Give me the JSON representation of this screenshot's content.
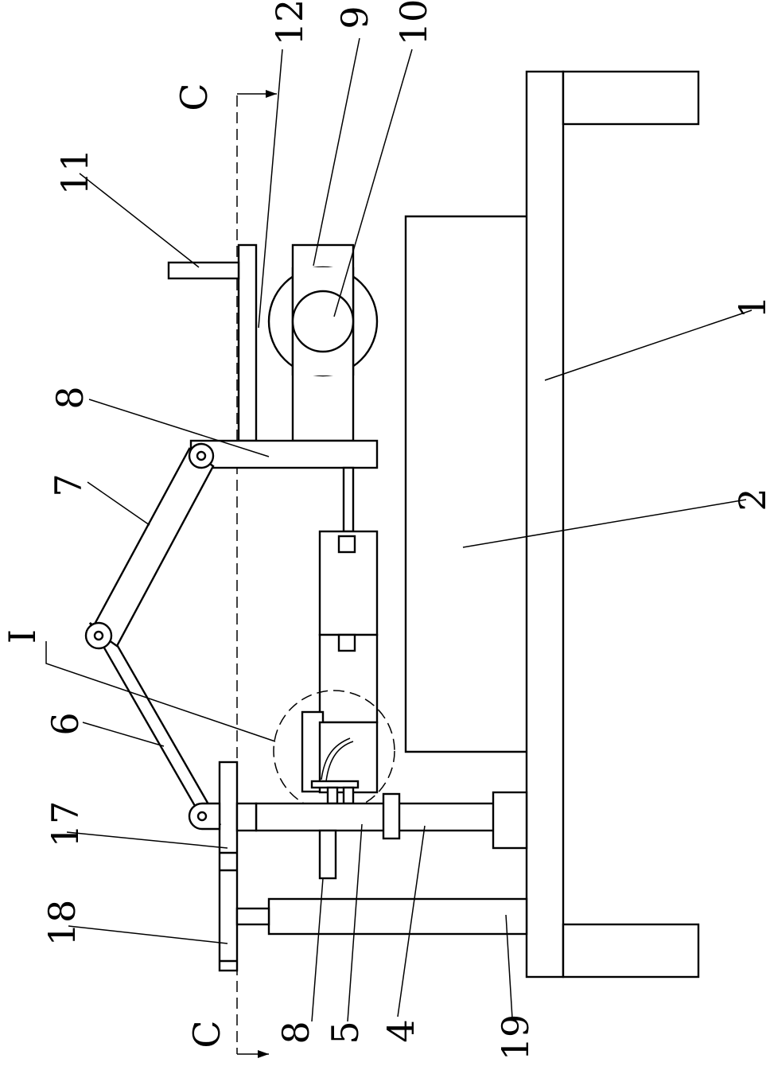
{
  "section_mark": "C",
  "labels": {
    "l1": "1",
    "l2": "2",
    "l4": "4",
    "l5": "5",
    "l6": "6",
    "l7": "7",
    "l8a": "8",
    "l8b": "8",
    "l9": "9",
    "l10": "10",
    "l11": "11",
    "l12": "12",
    "l17": "17",
    "l18": "18",
    "l19": "19",
    "detail": "I"
  }
}
